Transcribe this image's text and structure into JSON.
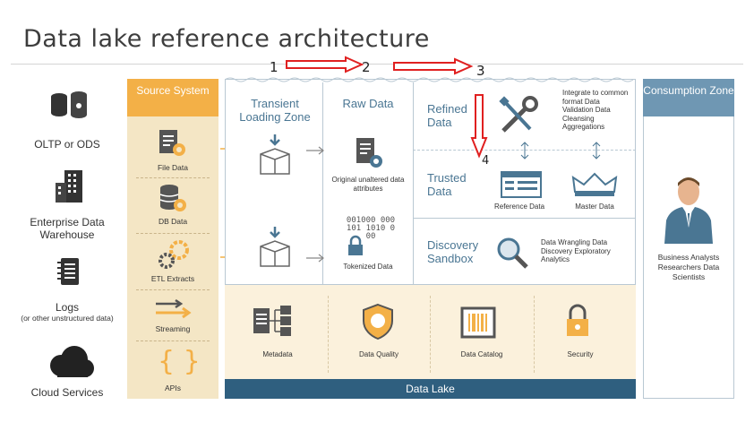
{
  "title": "Data lake reference architecture",
  "annotations": [
    "1",
    "2",
    "3",
    "4"
  ],
  "left_sources": [
    {
      "label": "OLTP or ODS",
      "sub": "",
      "icon": "database-cylinders-icon"
    },
    {
      "label": "Enterprise Data Warehouse",
      "sub": "",
      "icon": "building-icon"
    },
    {
      "label": "Logs",
      "sub": "(or other unstructured data)",
      "icon": "notebook-icon"
    },
    {
      "label": "Cloud Services",
      "sub": "",
      "icon": "cloud-icon"
    }
  ],
  "source_system": {
    "header": "Source System",
    "items": [
      "File Data",
      "DB Data",
      "ETL Extracts",
      "Streaming",
      "APIs"
    ]
  },
  "data_lake": {
    "label": "Data Lake",
    "transient": "Transient Loading Zone",
    "raw": "Raw Data",
    "raw_notes": [
      "Original unaltered data attributes",
      "Tokenized Data"
    ],
    "binary": "001000 000101 1010 000",
    "refined": "Refined Data",
    "refined_note": "Integrate to common format Data Validation Data Cleansing Aggregations",
    "trusted": "Trusted Data",
    "trusted_items": [
      "Reference Data",
      "Master Data"
    ],
    "discovery": "Discovery Sandbox",
    "discovery_note": "Data Wrangling Data Discovery Exploratory Analytics",
    "governance": [
      "Metadata",
      "Data Quality",
      "Data Catalog",
      "Security"
    ]
  },
  "consumption": {
    "header": "Consumption Zone",
    "users": "Business Analysts Researchers Data Scientists"
  },
  "colors": {
    "source": "#f3b047",
    "lake_bar": "#2f5f7f",
    "consumption": "#6f97b3",
    "arrow": "#e02020"
  }
}
